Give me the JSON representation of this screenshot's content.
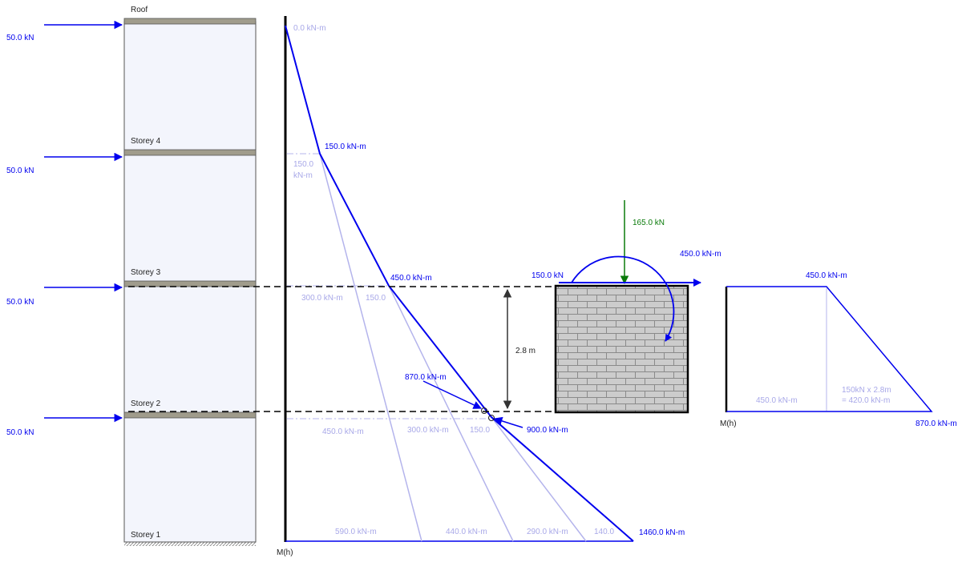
{
  "colors": {
    "primary": "#0000ee",
    "light": "#a8a8e8",
    "load": "#0a7a0a",
    "floor": "#a09c8c",
    "wall": "#cccccc",
    "storey_fill": "#f3f5fc"
  },
  "building": {
    "storeys": [
      "Roof",
      "Storey 4",
      "Storey 3",
      "Storey 2",
      "Storey 1"
    ],
    "lateral_loads": [
      "50.0 kN",
      "50.0 kN",
      "50.0 kN",
      "50.0 kN"
    ]
  },
  "moment_diagram": {
    "axis_label": "M(h)",
    "values": [
      {
        "value": 0.0,
        "label": "0.0 kN-m"
      },
      {
        "value": 150.0,
        "label": "150.0 kN-m"
      },
      {
        "value": 450.0,
        "label": "450.0 kN-m"
      },
      {
        "value": 870.0,
        "label": "870.0 kN-m"
      },
      {
        "value": 900.0,
        "label": "900.0 kN-m"
      },
      {
        "value": 1460.0,
        "label": "1460.0 kN-m"
      }
    ],
    "component_labels": {
      "s4_left_1": "150.0",
      "s4_left_2": "kN-m",
      "s3_a": "300.0 kN-m",
      "s3_b": "150.0",
      "s2_a": "450.0 kN-m",
      "s2_b": "300.0 kN-m",
      "s2_c": "150.0",
      "b_a": "590.0 kN-m",
      "b_b": "440.0 kN-m",
      "b_c": "290.0 kN-m",
      "b_d": "140.0"
    }
  },
  "wall_segment": {
    "height_label": "2.8 m",
    "axial_load": "165.0 kN",
    "shear_load": "150.0 kN",
    "top_moment": "450.0 kN-m"
  },
  "segment_moment": {
    "axis_label": "M(h)",
    "top_label": "450.0 kN-m",
    "bottom_label": "870.0 kN-m",
    "constant_part": "450.0 kN-m",
    "shear_part_1": "150kN x 2.8m",
    "shear_part_2": "= 420.0 kN-m"
  }
}
